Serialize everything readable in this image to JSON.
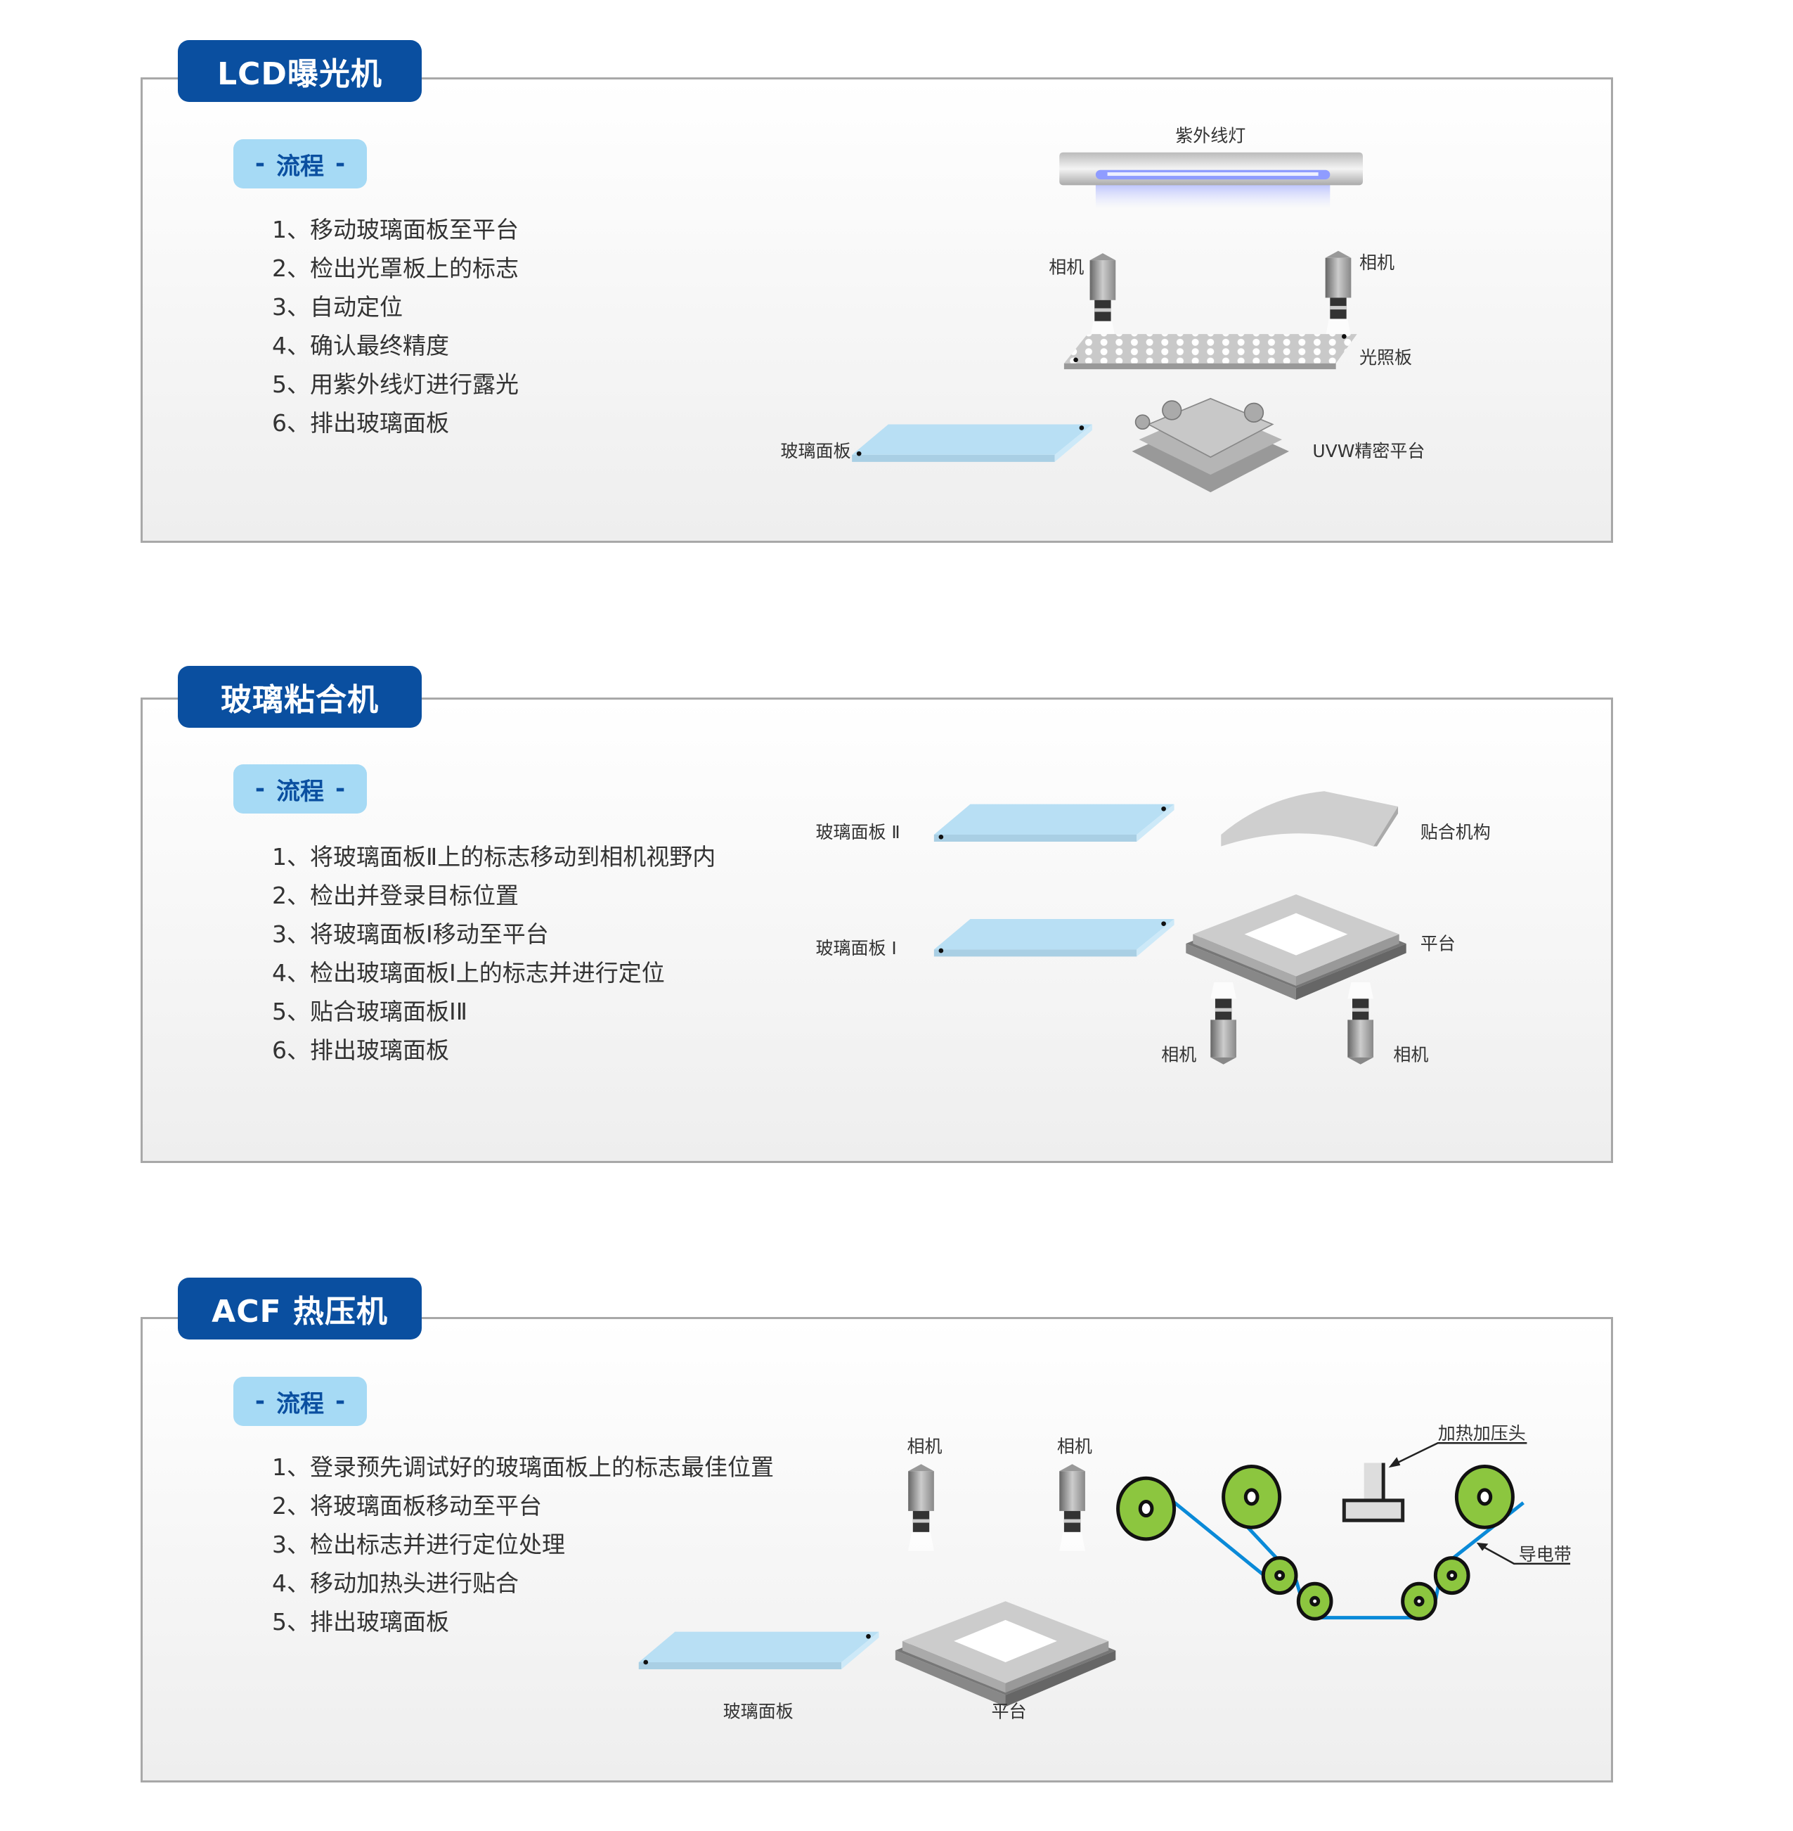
{
  "colors": {
    "brand": "#0a4fa0",
    "pill": "#a6daf5",
    "glass": "#b8dff4",
    "roller": "#8cc63f",
    "belt": "#0a8ad8"
  },
  "sections": [
    {
      "title": "LCD曝光机",
      "flow_label": "流程",
      "dash": "-",
      "steps": [
        "1、移动玻璃面板至平台",
        "2、检出光罩板上的标志",
        "3、自动定位",
        "4、确认最终精度",
        "5、用紫外线灯进行露光",
        "6、排出玻璃面板"
      ],
      "labels": {
        "lamp": "紫外线灯",
        "camera_left": "相机",
        "camera_right": "相机",
        "light_board": "光照板",
        "glass": "玻璃面板",
        "stage": "UVW精密平台"
      }
    },
    {
      "title": "玻璃粘合机",
      "flow_label": "流程",
      "dash": "-",
      "steps": [
        "1、将玻璃面板Ⅱ上的标志移动到相机视野内",
        "2、检出并登录目标位置",
        "3、将玻璃面板Ⅰ移动至平台",
        "4、检出玻璃面板Ⅰ上的标志并进行定位",
        "5、贴合玻璃面板ⅠⅡ",
        "6、排出玻璃面板"
      ],
      "labels": {
        "glass2": "玻璃面板 Ⅱ",
        "bonder": "贴合机构",
        "glass1": "玻璃面板 Ⅰ",
        "platform": "平台",
        "camera_left": "相机",
        "camera_right": "相机"
      }
    },
    {
      "title": "ACF 热压机",
      "flow_label": "流程",
      "dash": "-",
      "steps": [
        "1、登录预先调试好的玻璃面板上的标志最佳位置",
        "2、将玻璃面板移动至平台",
        "3、检出标志并进行定位处理",
        "4、移动加热头进行贴合",
        "5、排出玻璃面板"
      ],
      "labels": {
        "camera_left": "相机",
        "camera_right": "相机",
        "glass": "玻璃面板",
        "platform": "平台",
        "head": "加热加压头",
        "belt": "导电带"
      }
    }
  ]
}
